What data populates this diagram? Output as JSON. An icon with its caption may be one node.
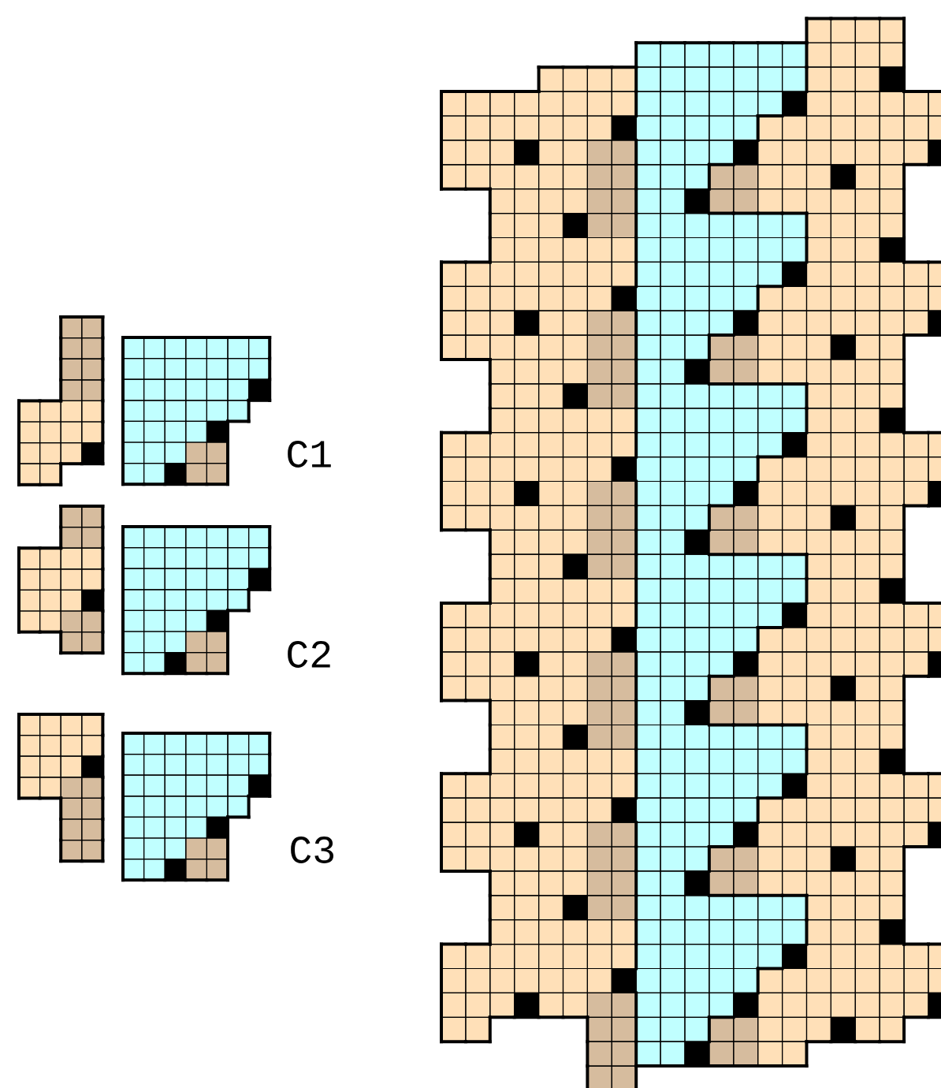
{
  "diagram": {
    "labels": [
      "C1",
      "C2",
      "C3"
    ]
  }
}
